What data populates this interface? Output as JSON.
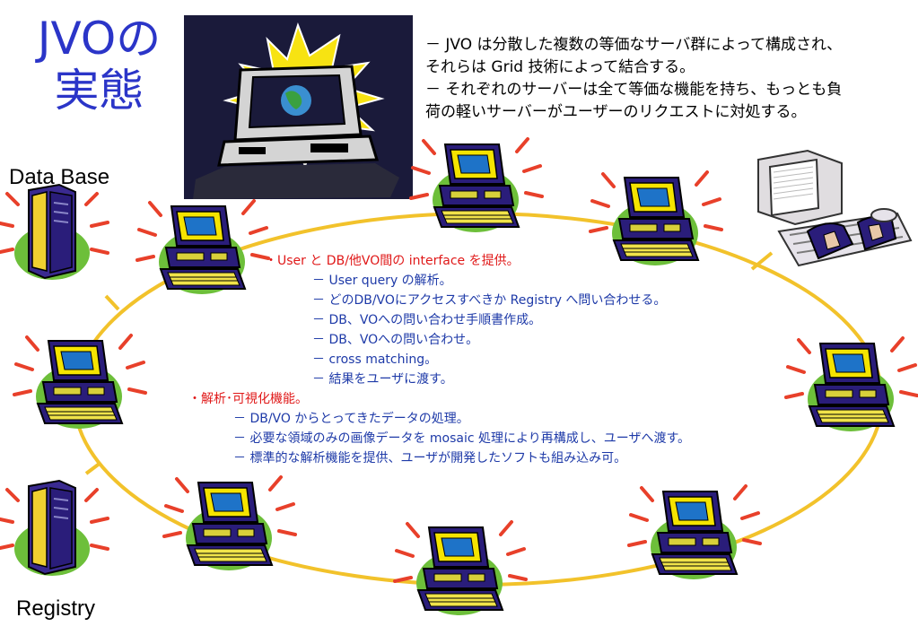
{
  "title": {
    "line1": "JVOの",
    "line2": "実態"
  },
  "intro": {
    "lines": [
      "－ JVO は分散した複数の等価なサーバ群によって構成され、",
      "それらは Grid 技術によって結合する。",
      "－ それぞれのサーバーは全て等価な機能を持ち、もっとも負",
      "荷の軽いサーバーがユーザーのリクエストに対処する。"
    ]
  },
  "labels": {
    "database": "Data Base",
    "registry": "Registry"
  },
  "features": {
    "heading1": "・User と DB/他VO間の interface を提供。",
    "items1": [
      "－ User query の解析。",
      "－ どのDB/VOにアクセスすべきか Registry へ問い合わせる。",
      "－ DB、VOへの問い合わせ手順書作成。",
      "－ DB、VOへの問い合わせ。",
      "－ cross matching。",
      "－ 結果をユーザに渡す。"
    ],
    "heading2": "・解析･可視化機能。",
    "items2": [
      "－ DB/VO からとってきたデータの処理。",
      "－ 必要な領域のみの画像データを mosaic 処理により再構成し、ユーザへ渡す。",
      "－ 標準的な解析機能を提供、ユーザが開発したソフトも組み込み可。"
    ]
  },
  "icons": {
    "hero": "computer-burst-icon",
    "server": "computer-server-icon",
    "database": "database-tower-icon",
    "user": "user-terminal-icon"
  },
  "colors": {
    "title": "#2b35c8",
    "body_text": "#1e3aa8",
    "heading_red": "#e01818",
    "ring": "#f2c22b",
    "monitor": "#1a1a8a",
    "screen": "#f5e400",
    "spark": "#e8402a",
    "leaf": "#6dbf3a"
  }
}
